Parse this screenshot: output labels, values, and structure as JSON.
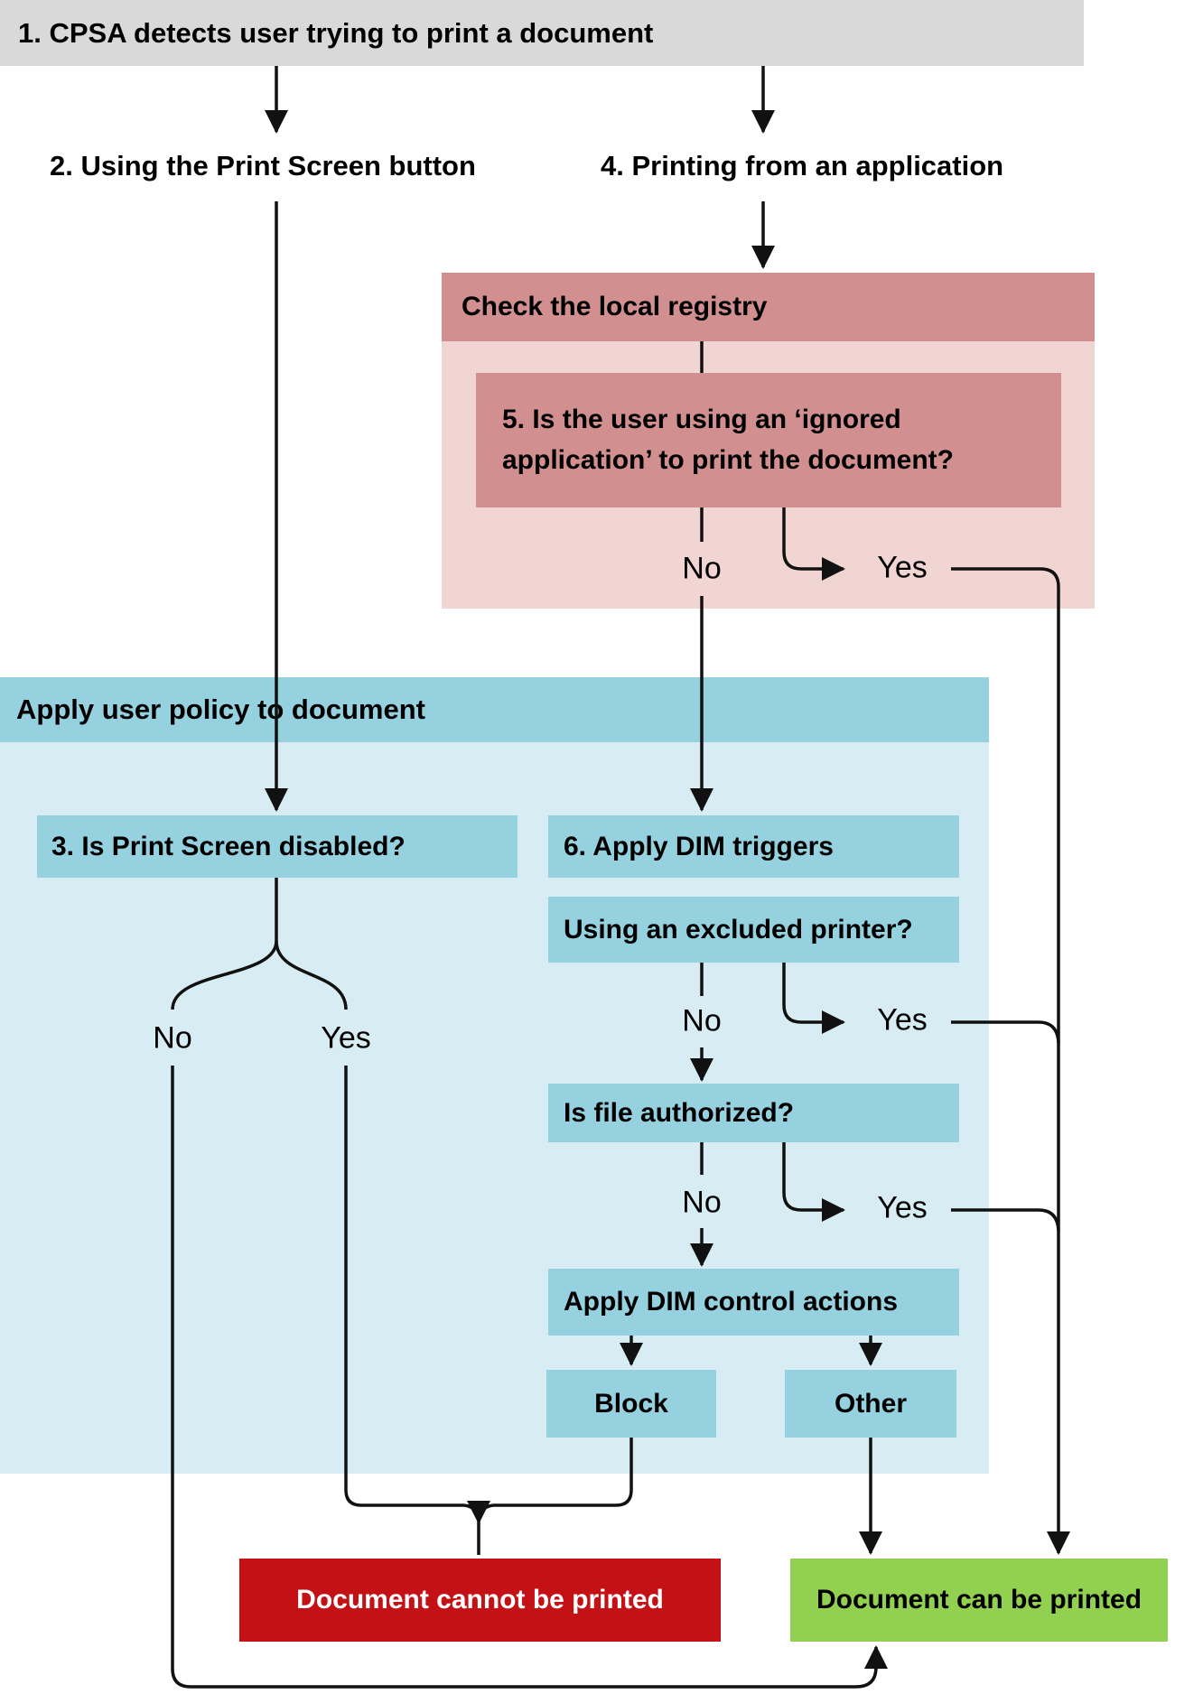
{
  "colors": {
    "gray": "#d9d9d9",
    "pink-dark": "#d28f8f",
    "pink-light": "#f0d5d2",
    "blue-dark": "#96d1df",
    "blue-light": "#d7ecf3",
    "red": "#c41115",
    "green": "#92d050",
    "line": "#111111"
  },
  "nodes": {
    "start": "1. CPSA detects user trying to print a document",
    "print_screen_branch": "2. Using the Print Screen button",
    "application_branch": "4. Printing from an application"
  },
  "registry_group": {
    "header": "Check the local registry",
    "ignored_app_question": "5. Is the user using an ‘ignored application’ to print the document?"
  },
  "policy_group": {
    "header": "Apply user policy to document",
    "print_screen_disabled": "3. Is Print Screen disabled?",
    "dim_triggers": "6. Apply DIM triggers",
    "excluded_printer": "Using an excluded printer?",
    "file_authorized": "Is file authorized?",
    "dim_control_actions": "Apply DIM control actions",
    "block_action": "Block",
    "other_action": "Other"
  },
  "outcomes": {
    "blocked": "Document cannot be printed",
    "allowed": "Document can be printed"
  },
  "branch_labels": {
    "no": "No",
    "yes": "Yes"
  }
}
